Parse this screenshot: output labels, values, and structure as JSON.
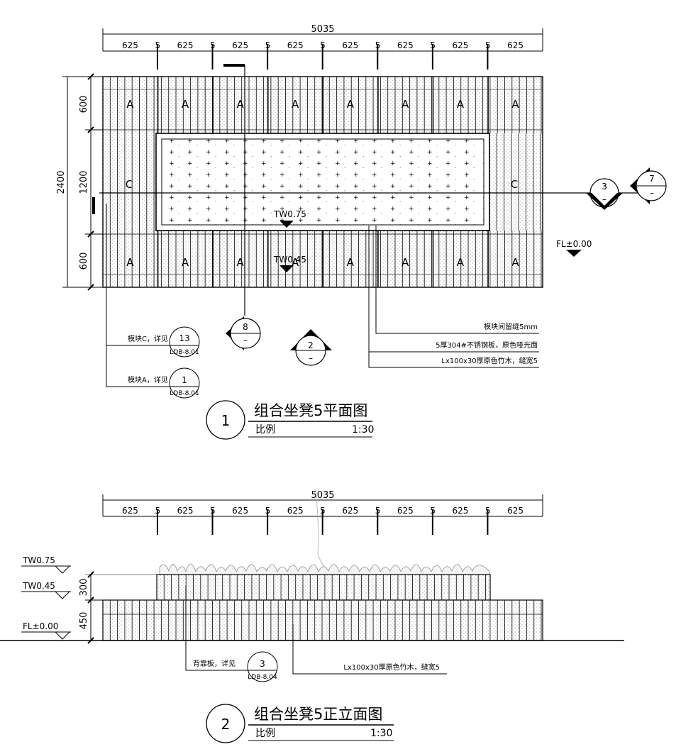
{
  "plan": {
    "overall_dim": "5035",
    "module_dims": [
      "625",
      "5",
      "625",
      "5",
      "625",
      "5",
      "625",
      "5",
      "625",
      "5",
      "625",
      "5",
      "625",
      "5",
      "625"
    ],
    "left_dims": [
      "600",
      "1200",
      "600"
    ],
    "total_height_dim": "2400",
    "module_tags_top": [
      "A",
      "A",
      "A",
      "A",
      "A",
      "A",
      "A",
      "A"
    ],
    "module_tags_bottom": [
      "A",
      "A",
      "A",
      "A",
      "A",
      "A",
      "A",
      "A"
    ],
    "module_tag_c": "C",
    "level_tw075": "TW0.75",
    "level_tw045": "TW0.45",
    "level_fl": "FL±0.00",
    "section_3": {
      "num": "3",
      "ref": "–"
    },
    "section_7": {
      "num": "7",
      "ref": "–"
    },
    "section_8": {
      "num": "8",
      "ref": "–"
    },
    "section_2": {
      "num": "2",
      "ref": "–"
    },
    "note_gap": "模块间留缝5mm",
    "note_steel": "5厚304#不锈钢板，原色哑光面",
    "note_bamboo": "Lx100x30厚原色竹木，缝宽5",
    "note_module_c": "模块C，详见",
    "note_module_c_num": "13",
    "note_module_c_ref": "LDB-8.01",
    "note_module_a": "模块A，详见",
    "note_module_a_num": "1",
    "note_module_a_ref": "LDB-8.01",
    "title_num": "1",
    "title": "组合坐凳5平面图",
    "scale_label": "比例",
    "scale_value": "1:30"
  },
  "elevation": {
    "overall_dim": "5035",
    "module_dims": [
      "625",
      "5",
      "625",
      "5",
      "625",
      "5",
      "625",
      "5",
      "625",
      "5",
      "625",
      "5",
      "625",
      "5",
      "625"
    ],
    "level_tw075": "TW0.75",
    "level_tw045": "TW0.45",
    "level_fl": "FL±0.00",
    "height_dims": [
      "300",
      "450"
    ],
    "note_back": "背靠板，详见",
    "note_back_num": "3",
    "note_back_ref": "LDB-8.04",
    "note_bamboo": "Lx100x30厚原色竹木，缝宽5",
    "title_num": "2",
    "title": "组合坐凳5正立面图",
    "scale_label": "比例",
    "scale_value": "1:30"
  }
}
